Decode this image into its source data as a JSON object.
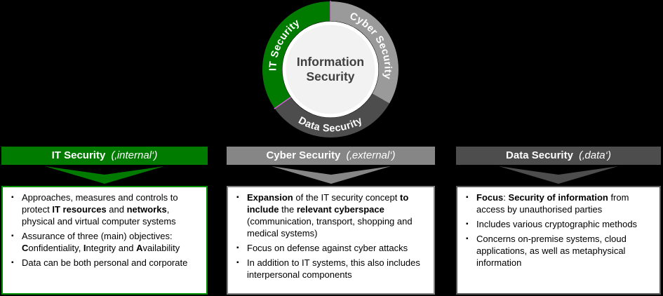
{
  "background": "#000000",
  "bullet_glyph": "▪",
  "donut": {
    "center": {
      "line1": "Information",
      "line2": "Security",
      "fill": "#F2F2F2",
      "rim_color": "#FFFFFF",
      "text_color": "#404040"
    },
    "separator_color": "#E060E0",
    "separators_deg": [
      0,
      235
    ],
    "segments": [
      {
        "name": "cyber-security",
        "label": "Cyber Security",
        "color": "#9A9A9A",
        "start_deg": 0,
        "end_deg": 120,
        "label_radius": 77.5,
        "flip": false
      },
      {
        "name": "data-security",
        "label": "Data Security",
        "color": "#4D4D4D",
        "start_deg": 120,
        "end_deg": 235,
        "label_radius": 88.5,
        "flip": true
      },
      {
        "name": "it-security",
        "label": "IT Security",
        "color": "#007B00",
        "start_deg": 235,
        "end_deg": 360,
        "label_radius": 77.5,
        "flip": false
      }
    ]
  },
  "columns": [
    {
      "id": "it-security",
      "header": {
        "title": "IT Security",
        "qualifier": "(‚internal‘)"
      },
      "color": "#007B00",
      "border_color": "#009000",
      "bullets": [
        [
          {
            "t": "Approaches, measures and controls to protect "
          },
          {
            "t": "IT resources",
            "b": true
          },
          {
            "t": " and "
          },
          {
            "t": "networks",
            "b": true
          },
          {
            "t": ", physical and virtual computer systems"
          }
        ],
        [
          {
            "t": "Assurance of three (main) objectives: "
          },
          {
            "t": "C",
            "b": true
          },
          {
            "t": "onfidentiality, "
          },
          {
            "t": "I",
            "b": true
          },
          {
            "t": "ntegrity and "
          },
          {
            "t": "A",
            "b": true
          },
          {
            "t": "vailability"
          }
        ],
        [
          {
            "t": "Data can be both personal and corporate"
          }
        ]
      ]
    },
    {
      "id": "cyber-security",
      "header": {
        "title": "Cyber Security",
        "qualifier": "(‚external‘)"
      },
      "color": "#868686",
      "border_color": "#808080",
      "bullets": [
        [
          {
            "t": "Expansion",
            "b": true
          },
          {
            "t": " of the IT security concept "
          },
          {
            "t": "to include",
            "b": true
          },
          {
            "t": " the "
          },
          {
            "t": "relevant cyberspace",
            "b": true
          },
          {
            "t": " (communication, transport, shopping and medical systems)"
          }
        ],
        [
          {
            "t": "Focus on defense against cyber attacks"
          }
        ],
        [
          {
            "t": "In addition to IT systems, this also includes interpersonal components"
          }
        ]
      ]
    },
    {
      "id": "data-security",
      "header": {
        "title": "Data Security",
        "qualifier": "(‚data‘)"
      },
      "color": "#4D4D4D",
      "border_color": "#595959",
      "bullets": [
        [
          {
            "t": "Focus",
            "b": true
          },
          {
            "t": ": "
          },
          {
            "t": "Security of information",
            "b": true
          },
          {
            "t": " from access by unauthorised parties"
          }
        ],
        [
          {
            "t": "Includes various cryptographic methods"
          }
        ],
        [
          {
            "t": "Concerns on-premise systems, cloud applications, as well as metaphysical information"
          }
        ]
      ]
    }
  ]
}
